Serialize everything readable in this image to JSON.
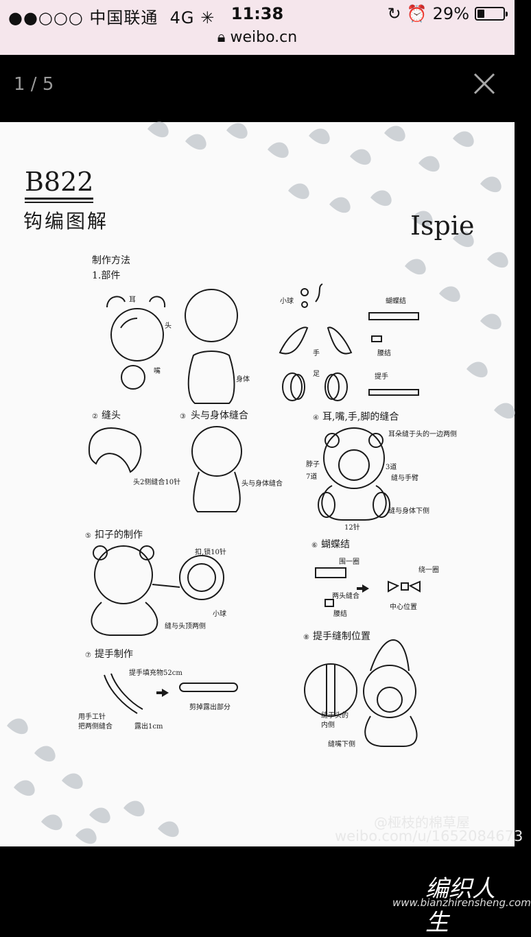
{
  "status_bar": {
    "signal": "●●○○○",
    "carrier": "中国联通",
    "network": "4G",
    "time": "11:38",
    "battery": "29%",
    "battery_level": 0.29,
    "url": "weibo.cn"
  },
  "viewer": {
    "counter": "1 / 5",
    "close_icon": "close-icon"
  },
  "pattern": {
    "code": "B822",
    "heading": "钩编图解",
    "brand": "Ispie",
    "method_title": "制作方法",
    "step1": "1.部件",
    "parts": {
      "ear": "耳",
      "head": "头",
      "mouth": "嘴",
      "body": "身体",
      "ball": "小球",
      "hand": "手",
      "foot": "足",
      "bow": "蝴蝶结",
      "waist": "腰结",
      "handle": "提手"
    },
    "step2": "缝头",
    "step2_note": "头2侧缝合10针",
    "step3": "头与身体缝合",
    "step3_note": "头与身体缝合",
    "step4": "耳,嘴,手,脚的缝合",
    "step4_notes": {
      "ears": "耳朵缝于头的一边两侧",
      "neck": "脖子",
      "seven": "7道",
      "three": "3道",
      "arm": "缝与手臂",
      "body_bottom": "缝与身体下侧",
      "twelve": "12针"
    },
    "step5": "扣子的制作",
    "step5_notes": {
      "lock": "扣,锁10针",
      "ball": "小球",
      "sew": "缝与头顶两侧"
    },
    "step6": "蝴蝶结",
    "step6_notes": {
      "loop": "围一圈",
      "sew_both": "两头缝合",
      "waist": "腰结",
      "wrap": "绕一圈",
      "center": "中心位置"
    },
    "step7": "提手制作",
    "step7_notes": {
      "fill": "提手填充物52cm",
      "needle": "用手工针",
      "sew_sides": "把两侧缝合",
      "expose": "露出1cm",
      "cut": "剪掉露出部分"
    },
    "step8": "提手缝制位置",
    "step8_notes": {
      "inner": "缝于头的",
      "inner2": "内侧",
      "under_mouth": "缝嘴下侧"
    }
  },
  "watermark": {
    "weibo_user": "@桠枝的棉草屋",
    "weibo_url": "weibo.com/u/1652084673",
    "site_logo": "编织人生",
    "site_url": "www.bianzhirensheng.com"
  },
  "colors": {
    "status_bg": "#f5e6ec",
    "viewer_bg": "#000000",
    "paper_bg": "#fafafa",
    "leaf": "#c9cdd2",
    "ink": "#1a1a1a"
  }
}
